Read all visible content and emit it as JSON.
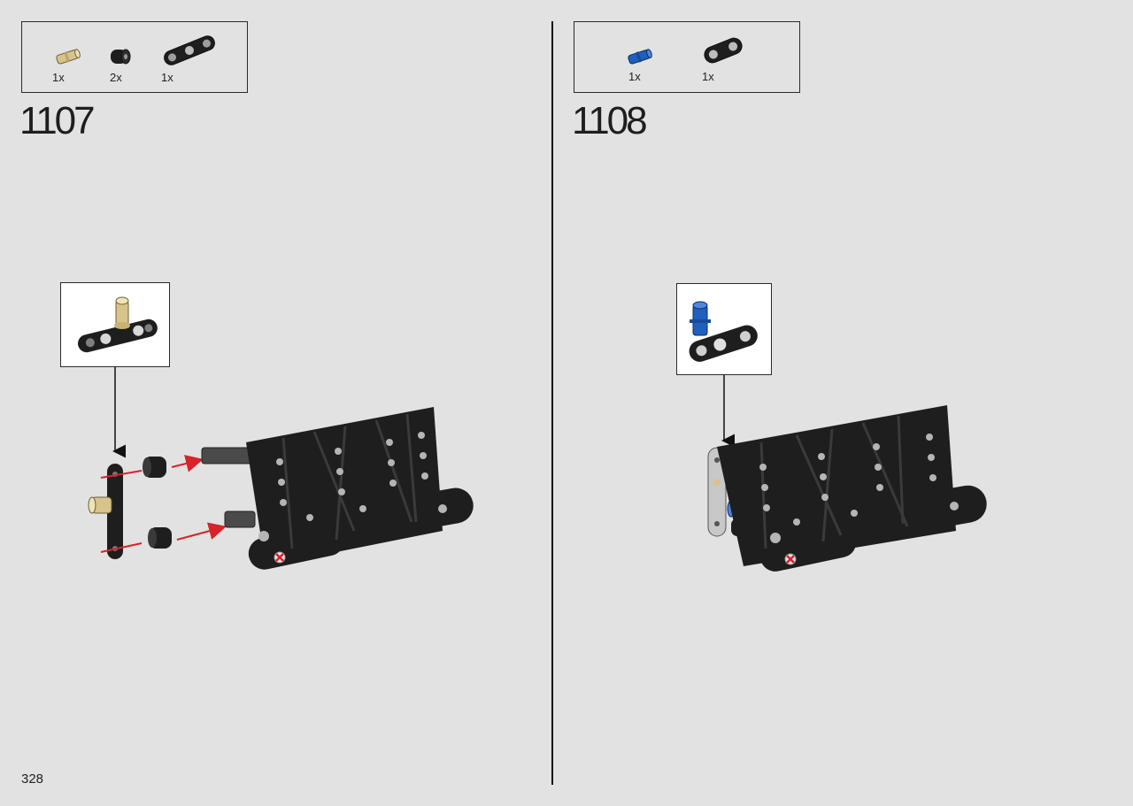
{
  "page": {
    "number": "328"
  },
  "steps": [
    {
      "number": "1107",
      "parts": [
        {
          "qty": "1x",
          "icon": "tan-pin-icon",
          "color": "#d8c38a"
        },
        {
          "qty": "2x",
          "icon": "black-bushing-icon",
          "color": "#1e1e1e"
        },
        {
          "qty": "1x",
          "icon": "black-liftarm-3-icon",
          "color": "#1e1e1e"
        }
      ]
    },
    {
      "number": "1108",
      "parts": [
        {
          "qty": "1x",
          "icon": "blue-axle-pin-icon",
          "color": "#1f5fbf"
        },
        {
          "qty": "1x",
          "icon": "black-liftarm-2-icon",
          "color": "#1e1e1e"
        }
      ]
    }
  ],
  "colors": {
    "brick_black": "#1e1e1e",
    "brick_gray": "#b5b5b5",
    "tan": "#d8c38a",
    "blue": "#1f5fbf",
    "arrow_red": "#d9222a",
    "background": "#e2e2e2"
  }
}
